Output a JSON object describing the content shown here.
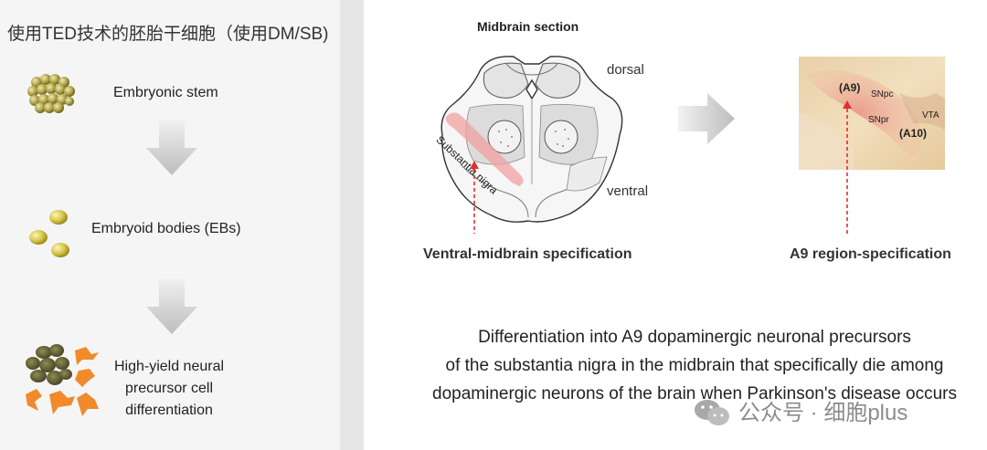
{
  "left": {
    "title": "使用TED技术的胚胎干细胞（使用DM/SB)",
    "steps": [
      {
        "label": "Embryonic stem"
      },
      {
        "label": "Embryoid bodies (EBs)"
      },
      {
        "label_lines": [
          "High-yield neural",
          "precursor cell",
          "differentiation"
        ]
      }
    ]
  },
  "right": {
    "section_title": "Midbrain section",
    "dorsal": "dorsal",
    "ventral": "ventral",
    "substantia_label": "Substantia nigra",
    "ventral_spec": "Ventral-midbrain specification",
    "a9_spec": "A9 region-specification",
    "micro_labels": {
      "a9": "(A9)",
      "snpc": "SNpc",
      "snpr": "SNpr",
      "vta": "VTA",
      "a10": "(A10)"
    },
    "description": [
      "Differentiation into A9 dopaminergic neuronal precursors",
      "of the substantia nigra in the midbrain that specifically die among",
      "dopaminergic neurons of the brain when Parkinson's disease occurs"
    ]
  },
  "watermark": {
    "text": "公众号 · 细胞plus",
    "icon": "wechat-icon"
  },
  "colors": {
    "arrow_gray": "#c8c8c8",
    "red_dash": "#e03030",
    "orange_cell": "#f08a2a",
    "olive": "#6b6a3a",
    "highlight": "#f2a0a0"
  }
}
